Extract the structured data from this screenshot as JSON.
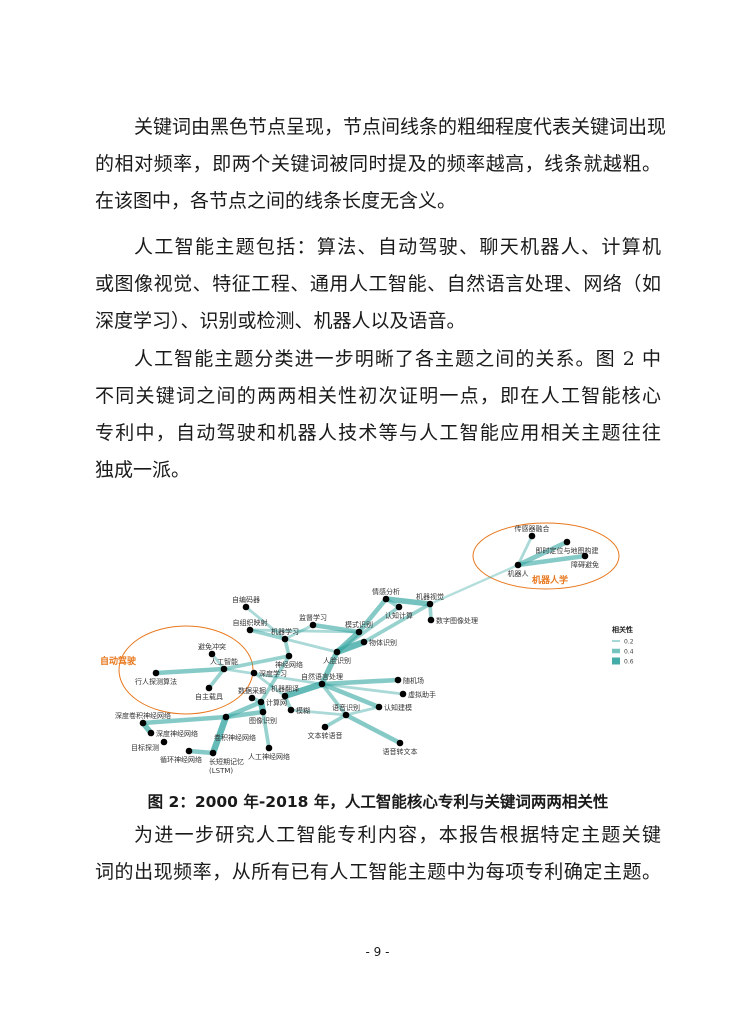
{
  "paragraphs": [
    {
      "lines": [
        "关键词由黑色节点呈现，节点间线条的粗细程度代表关键词出现",
        "的相对频率，即两个关键词被同时提及的频率越高，线条就越粗。",
        "在该图中，各节点之间的线条长度无含义。"
      ]
    },
    {
      "lines": [
        "人工智能主题包括：算法、自动驾驶、聊天机器人、计算机",
        "或图像视觉、特征工程、通用人工智能、自然语言处理、网络（如",
        "深度学习）、识别或检测、机器人以及语音。"
      ]
    },
    {
      "lines": [
        "人工智能主题分类进一步明晰了各主题之间的关系。图 2 中",
        "不同关键词之间的两两相关性初次证明一点，即在人工智能核心",
        "专利中，自动驾驶和机器人技术等与人工智能应用相关主题往往",
        "独成一派。"
      ]
    },
    {
      "lines": [
        "为进一步研究人工智能专利内容，本报告根据特定主题关键",
        "词的出现频率，从所有已有人工智能主题中为每项专利确定主题。"
      ]
    }
  ],
  "figure": {
    "caption": "图 2：2000 年-2018 年，人工智能核心专利与关键词两两相关性",
    "clusters": [
      {
        "label": "自动驾驶"
      },
      {
        "label": "机器人学"
      }
    ],
    "legend": {
      "title": "相关性",
      "values": [
        "0.2",
        "0.4",
        "0.6"
      ]
    },
    "colors": {
      "edge": "#3aa8a3",
      "cluster": "#e8781e",
      "node": "#000000"
    },
    "nodes": [
      "自编码器",
      "自组织映射",
      "监督学习",
      "机器学习",
      "模式识别",
      "物体识别",
      "人脸识别",
      "避免冲突",
      "人工智能",
      "神经网络",
      "深度学习",
      "行人探测算法",
      "自主载具",
      "自然语言处理",
      "数据采掘",
      "机器翻译",
      "计算网",
      "图像识别",
      "模糊",
      "语音识别",
      "深度卷积神经网络",
      "卷积神经网络",
      "深度神经网络",
      "目标探测",
      "文本转语音",
      "循环神经网络",
      "长短期记忆\n(LSTM)",
      "人工神经网络",
      "传感器融合",
      "即时定位与地图构建",
      "障碍避免",
      "机器人",
      "情感分析",
      "认知计算",
      "机器视觉",
      "数字图像处理",
      "随机场",
      "虚拟助手",
      "认知建模",
      "语音转文本"
    ],
    "edges": [
      [
        "自编码器",
        "机器学习",
        0.2
      ],
      [
        "自组织映射",
        "机器学习",
        0.3
      ],
      [
        "监督学习",
        "机器学习",
        0.2
      ],
      [
        "监督学习",
        "模式识别",
        0.4
      ],
      [
        "机器学习",
        "神经网络",
        0.3
      ],
      [
        "机器学习",
        "人脸识别",
        0.2
      ],
      [
        "模式识别",
        "人脸识别",
        0.5
      ],
      [
        "模式识别",
        "情感分析",
        0.4
      ],
      [
        "物体识别",
        "机器视觉",
        0.3
      ],
      [
        "人脸识别",
        "物体识别",
        0.6
      ],
      [
        "人脸识别",
        "认知计算",
        0.3
      ],
      [
        "情感分析",
        "机器视觉",
        0.5
      ],
      [
        "情感分析",
        "认知计算",
        0.3
      ],
      [
        "机器视觉",
        "数字图像处理",
        0.3
      ],
      [
        "机器视觉",
        "机器人",
        0.15
      ],
      [
        "机器人",
        "即时定位与地图构建",
        0.4
      ],
      [
        "机器人",
        "障碍避免",
        0.4
      ],
      [
        "机器人",
        "传感器融合",
        0.2
      ],
      [
        "避免冲突",
        "人工智能",
        0.2
      ],
      [
        "人工智能",
        "行人探测算法",
        0.4
      ],
      [
        "人工智能",
        "自主载具",
        0.3
      ],
      [
        "人工智能",
        "神经网络",
        0.3
      ],
      [
        "人工智能",
        "自然语言处理",
        0.2
      ],
      [
        "神经网络",
        "计算网",
        0.3
      ],
      [
        "人脸识别",
        "自然语言处理",
        0.5
      ],
      [
        "自然语言处理",
        "机器翻译",
        0.6
      ],
      [
        "自然语言处理",
        "随机场",
        0.4
      ],
      [
        "自然语言处理",
        "虚拟助手",
        0.2
      ],
      [
        "自然语言处理",
        "认知建模",
        0.4
      ],
      [
        "自然语言处理",
        "语音识别",
        0.3
      ],
      [
        "语音识别",
        "语音转文本",
        0.4
      ],
      [
        "语音识别",
        "文本转语音",
        0.3
      ],
      [
        "语音识别",
        "认知建模",
        0.2
      ],
      [
        "数据采掘",
        "计算网",
        0.3
      ],
      [
        "计算网",
        "图像识别",
        0.6
      ],
      [
        "机器翻译",
        "模糊",
        0.3
      ],
      [
        "计算网",
        "卷积神经网络",
        0.4
      ],
      [
        "卷积神经网络",
        "深度卷积神经网络",
        0.4
      ],
      [
        "卷积神经网络",
        "长短期记忆\n(LSTM)",
        0.6
      ],
      [
        "深度卷积神经网络",
        "深度神经网络",
        0.5
      ],
      [
        "长短期记忆\n(LSTM)",
        "循环神经网络",
        0.4
      ],
      [
        "图像识别",
        "人工神经网络",
        0.3
      ],
      [
        "卷积神经网络",
        "图像识别",
        0.4
      ],
      [
        "深度学习",
        "机器翻译",
        0.2
      ],
      [
        "自组织映射",
        "模式识别",
        0.2
      ],
      [
        "模糊",
        "语音识别",
        0.2
      ]
    ]
  },
  "page_number": "- 9 -"
}
